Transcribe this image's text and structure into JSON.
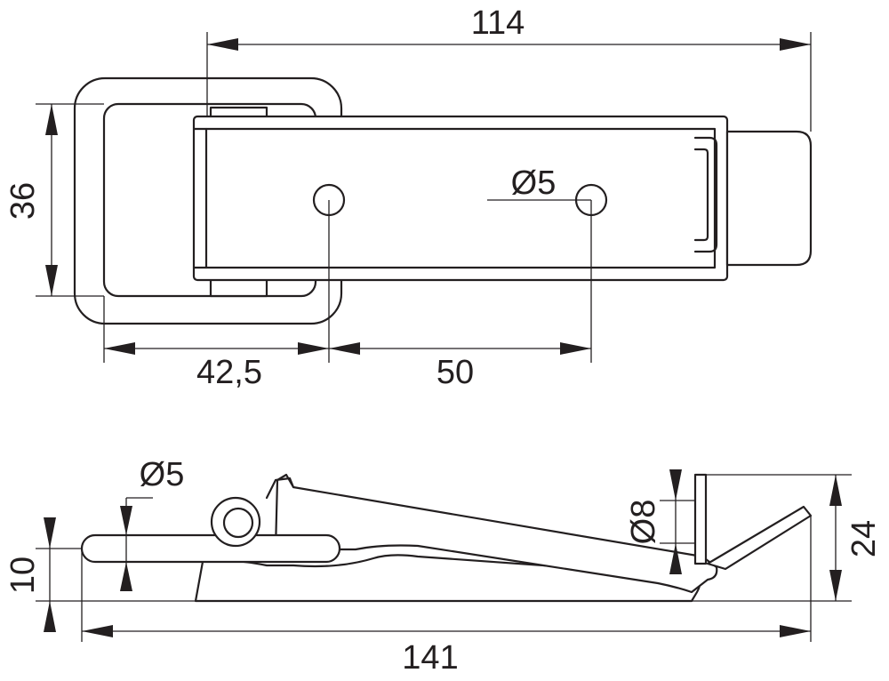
{
  "top_view": {
    "dim_length": "114",
    "dim_height": "36",
    "dim_hole": "Ø5",
    "dim_offset": "42,5",
    "dim_spacing": "50"
  },
  "side_view": {
    "dim_hole": "Ø5",
    "dim_thickness": "10",
    "dim_hook": "Ø8",
    "dim_height": "24",
    "dim_total": "141"
  }
}
